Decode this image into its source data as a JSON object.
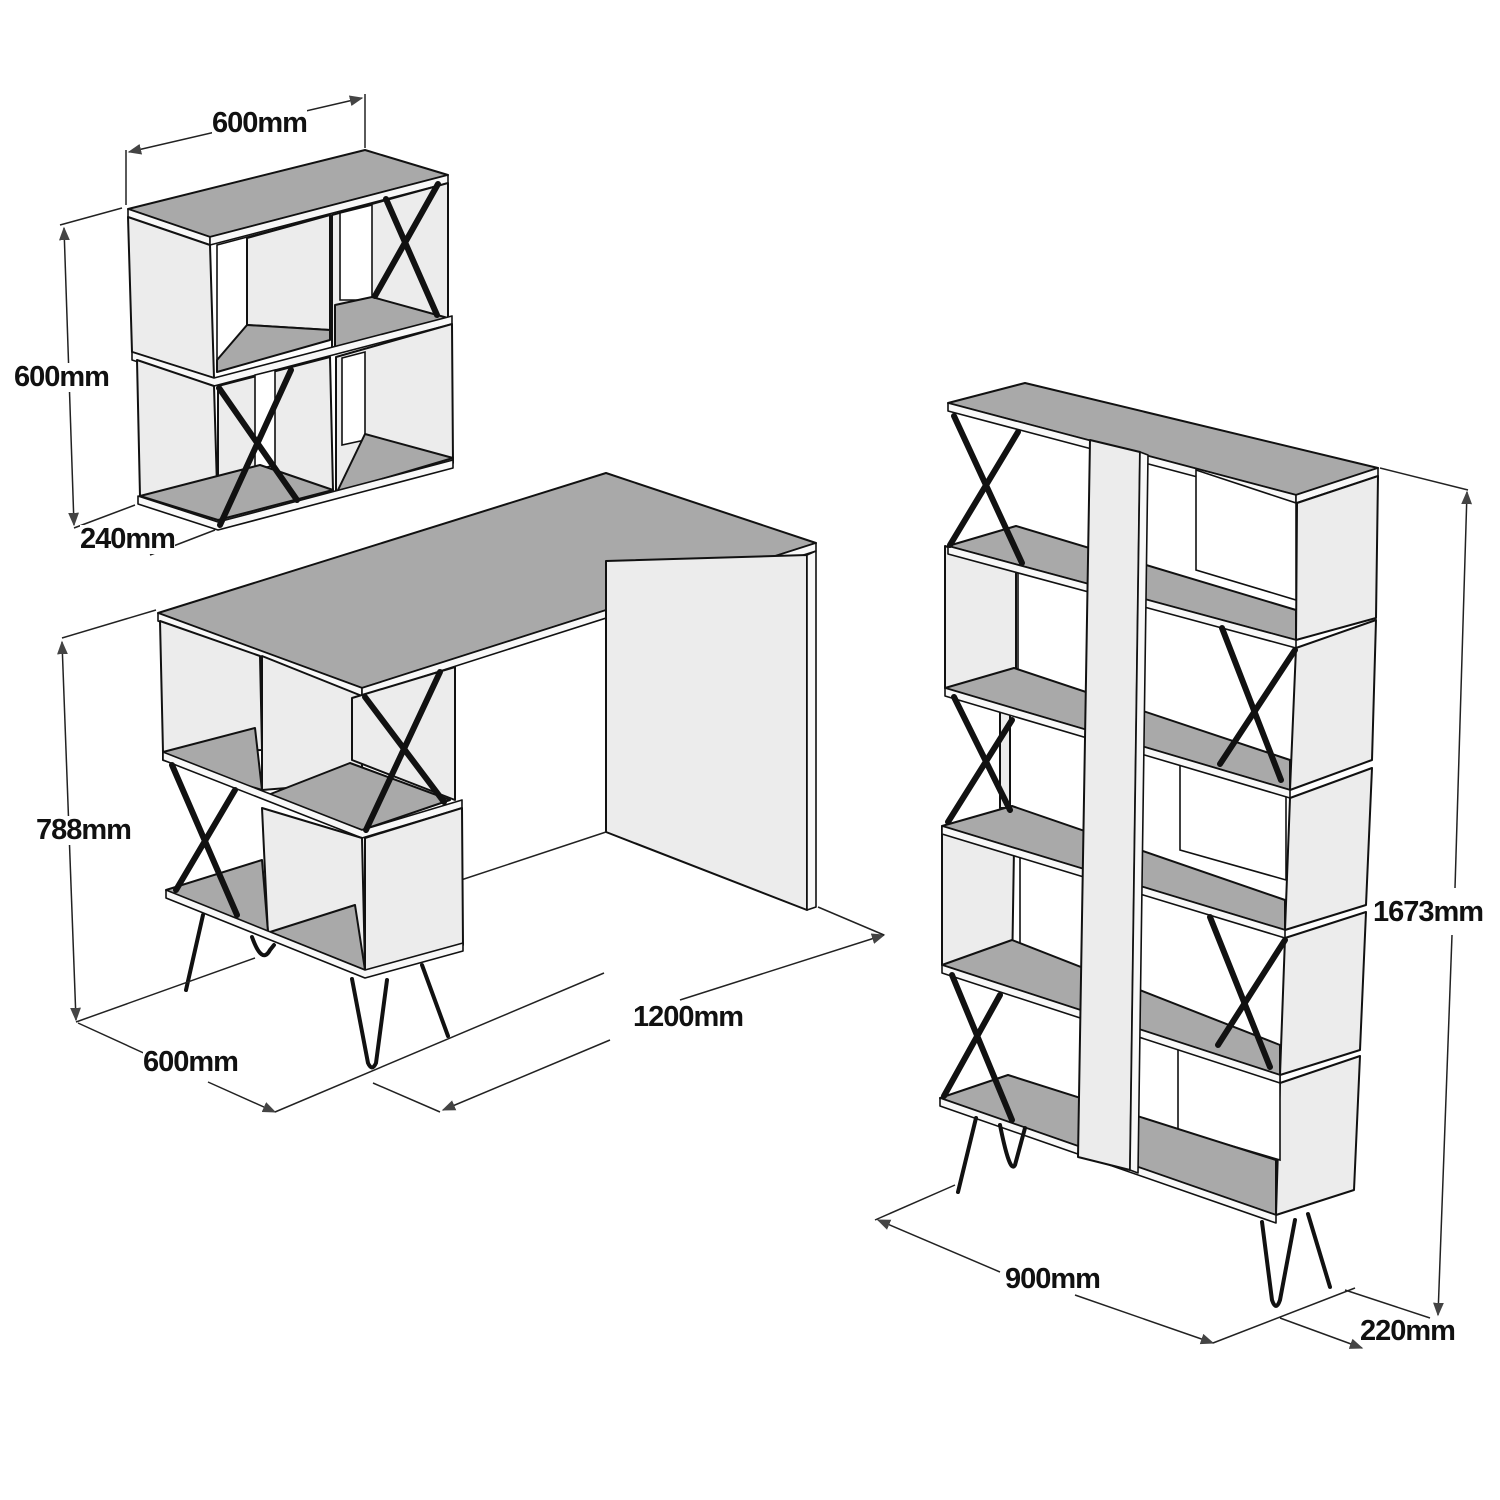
{
  "diagram": {
    "type": "furniture-dimension-drawing",
    "colors": {
      "surface": "#a9a9a9",
      "panel": "#ececec",
      "outline": "#111111",
      "metal_legs": "#111111",
      "background": "#ffffff"
    },
    "items": [
      {
        "name": "wall-shelf",
        "dimensions": {
          "width": "600mm",
          "height": "600mm",
          "depth": "240mm"
        }
      },
      {
        "name": "desk",
        "dimensions": {
          "width": "1200mm",
          "height": "788mm",
          "depth": "600mm"
        }
      },
      {
        "name": "bookcase",
        "dimensions": {
          "width": "900mm",
          "height": "1673mm",
          "depth": "220mm"
        }
      }
    ]
  }
}
